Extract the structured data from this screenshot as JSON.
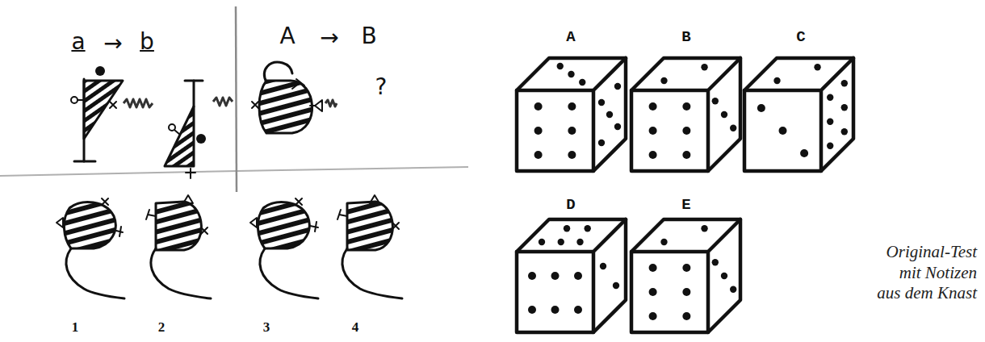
{
  "diagram": {
    "caption": "Original-Test mit Notizen aus dem Knast",
    "labels": [
      "a",
      "→",
      "b",
      "A",
      "→",
      "B",
      "?",
      "1",
      "2",
      "3",
      "4",
      "A",
      "B",
      "C",
      "D",
      "E"
    ]
  }
}
